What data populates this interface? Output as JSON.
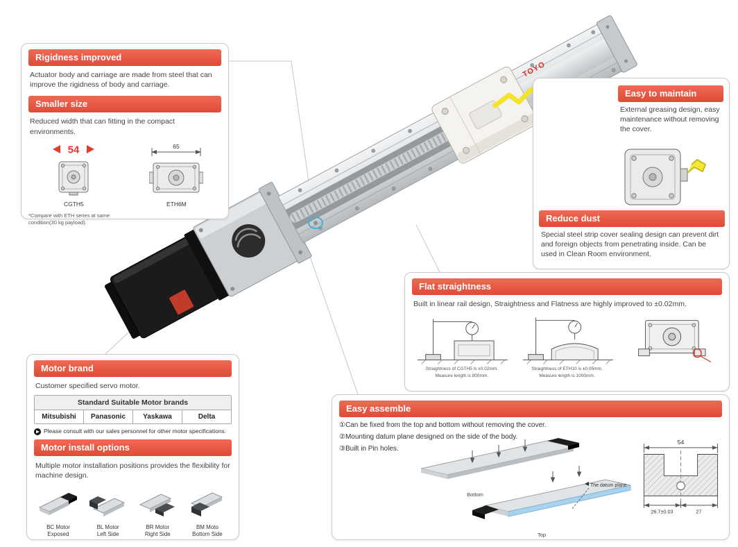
{
  "accent": "#e65744",
  "brand_red": "#d63327",
  "highlight_yellow": "#f3e32b",
  "highlight_blue": "#46aed0",
  "datum_blue": "#a9d3ec",
  "product": {
    "logo": "TOYO"
  },
  "callouts": {
    "rigidness": {
      "title": "Rigidness improved",
      "body": "Actuator body and carriage are made from steel that can improve the rigidness of body and carriage."
    },
    "smaller": {
      "title": "Smaller size",
      "body": "Reduced width that can fitting in the compact environments.",
      "dim_cgth5": "54",
      "dim_eth6m": "65",
      "label_cgth5": "CGTH5",
      "label_eth6m": "ETH6M",
      "footnote": "*Compare with ETH series at same condition(30 kg payload)."
    },
    "maintain": {
      "title": "Easy to maintain",
      "body": "External greasing design, easy maintenance without removing the cover."
    },
    "dust": {
      "title": "Reduce dust",
      "body": "Special steel strip cover sealing design can prevent dirt and foreign objects from penetrating inside. Can be used in Clean Room environment."
    },
    "flat": {
      "title": "Flat straightness",
      "body": "Built in linear rail design, Straightness and Flatness are highly improved to ±0.02mm.",
      "caption1_line1": "Straightness of CGTH5 is ±0.02mm.",
      "caption1_line2": "Measure length is 800mm.",
      "caption2_line1": "Straightness of ETH10 is ±0.05mm.",
      "caption2_line2": "Measure length is 1000mm."
    },
    "motor_brand": {
      "title": "Motor brand",
      "body": "Customer specified servo motor.",
      "table_header": "Standard Suitable Motor brands",
      "brands": [
        "Mitsubishi",
        "Panasonic",
        "Yaskawa",
        "Delta"
      ],
      "note": "Please consult with our sales personnel for other motor specifications."
    },
    "motor_install": {
      "title": "Motor install options",
      "body": "Multiple motor installation positions provides the flexibility for machine design.",
      "options": [
        {
          "line1": "BC Motor",
          "line2": "Exposed"
        },
        {
          "line1": "BL Motor",
          "line2": "Left Side"
        },
        {
          "line1": "BR Motor",
          "line2": "Right Side"
        },
        {
          "line1": "BM Moto",
          "line2": "Bottom Side"
        }
      ]
    },
    "assemble": {
      "title": "Easy assemble",
      "item1": "①Can be fixed from the top and bottom without removing the cover.",
      "item2": "②Mounting datum plane designed on the side of the body.",
      "item3": "③Built in Pin holes.",
      "label_bottom": "Bottom",
      "label_top": "Top",
      "label_datum": "The datum plane",
      "dim_width": "54",
      "dim_left": "26.7±0.03",
      "dim_right": "27"
    }
  }
}
